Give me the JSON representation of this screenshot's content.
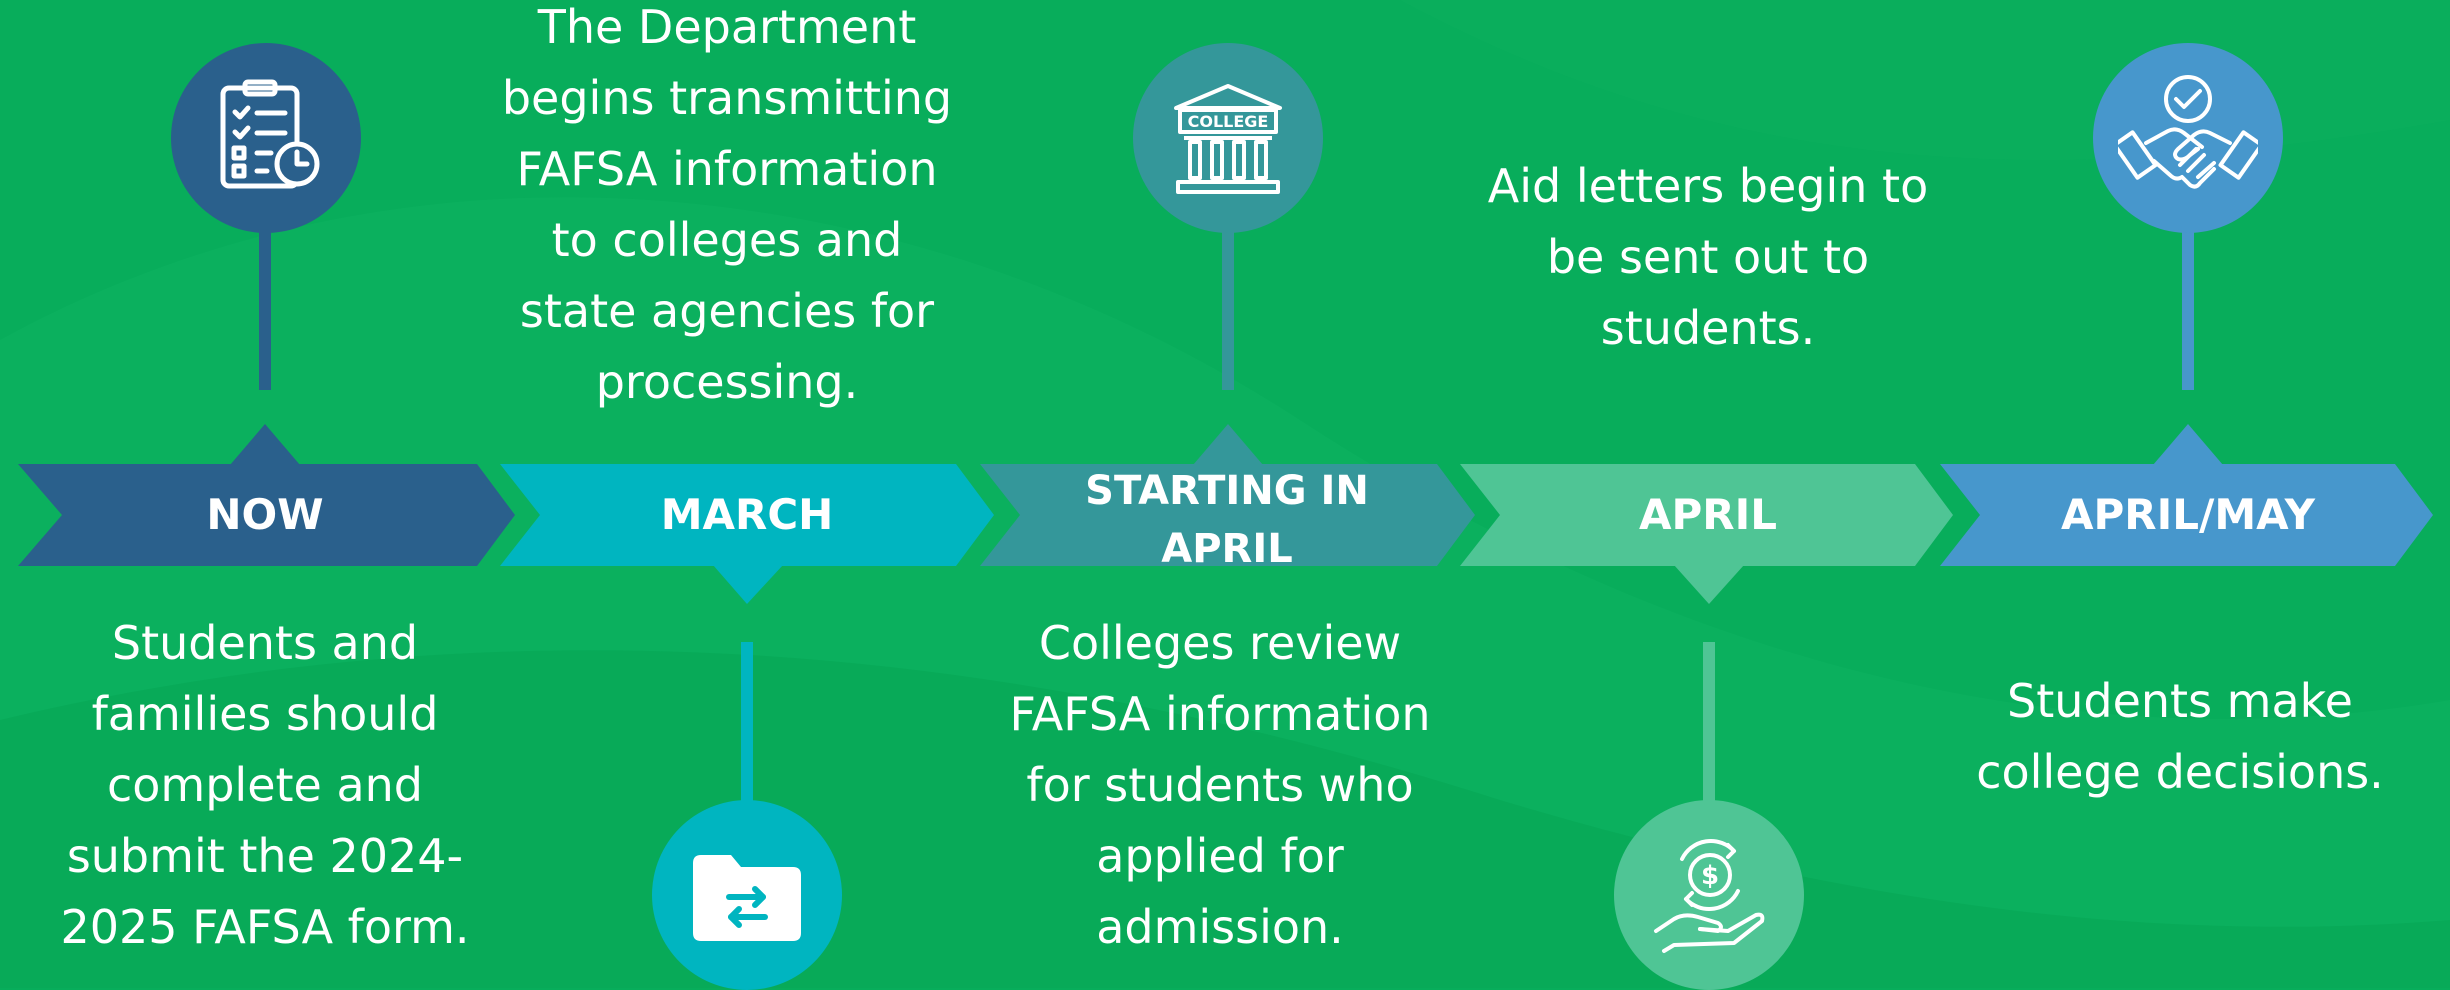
{
  "colors": {
    "background": "#08ad5b",
    "now": "#2a608c",
    "march": "#00b5c0",
    "starting_april": "#34979a",
    "april": "#4fc595",
    "april_may": "#4797cc",
    "text": "#ffffff"
  },
  "timeline": [
    {
      "label": "NOW",
      "description": "Students and families should complete and submit the 2024-2025 FAFSA form.",
      "icon": "checklist-clock-icon"
    },
    {
      "label": "MARCH",
      "description": "The Department begins transmitting FAFSA information to colleges and state agencies for processing.",
      "icon": "folder-transfer-icon"
    },
    {
      "label": "STARTING IN APRIL",
      "description": "Colleges review FAFSA information for students who applied for admission.",
      "icon": "college-building-icon"
    },
    {
      "label": "APRIL",
      "description": "Aid letters begin to be sent out to students.",
      "icon": "money-hand-icon"
    },
    {
      "label": "APRIL/MAY",
      "description": "Students make college decisions.",
      "icon": "handshake-check-icon"
    }
  ]
}
